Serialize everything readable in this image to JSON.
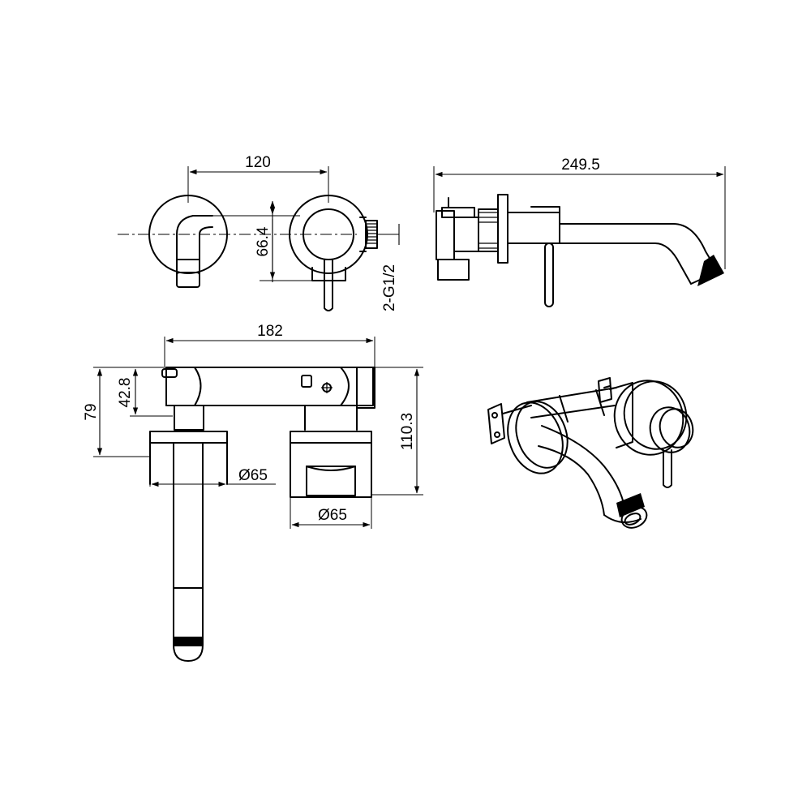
{
  "dimensions": {
    "top_width": "120",
    "height_66": "66.4",
    "thread": "2-G1/2",
    "overall_length": "249.5",
    "body_width": "182",
    "height_79": "79",
    "height_42": "42.8",
    "height_110": "110.3",
    "diameter_left": "Ø65",
    "diameter_right": "Ø65"
  },
  "colors": {
    "line": "#000000",
    "background": "#ffffff"
  }
}
